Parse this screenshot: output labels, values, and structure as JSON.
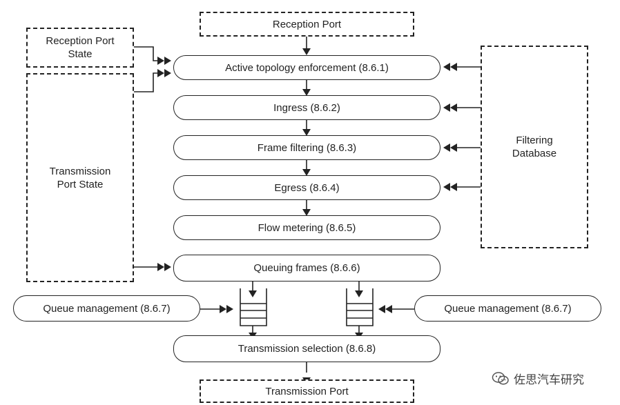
{
  "nodes": {
    "reception_port": "Reception Port",
    "reception_port_state": "Reception Port State",
    "transmission_port_state": "Transmission Port State",
    "filtering_database": "Filtering Database",
    "active_topology": "Active topology enforcement (8.6.1)",
    "ingress": "Ingress (8.6.2)",
    "frame_filtering": "Frame filtering (8.6.3)",
    "egress": "Egress (8.6.4)",
    "flow_metering": "Flow metering (8.6.5)",
    "queuing_frames": "Queuing frames (8.6.6)",
    "queue_mgmt_left": "Queue management (8.6.7)",
    "queue_mgmt_right": "Queue management (8.6.7)",
    "transmission_selection": "Transmission selection (8.6.8)",
    "transmission_port": "Transmission Port"
  },
  "watermark": {
    "text": "佐思汽车研究",
    "icon": "wechat-logo-icon"
  }
}
